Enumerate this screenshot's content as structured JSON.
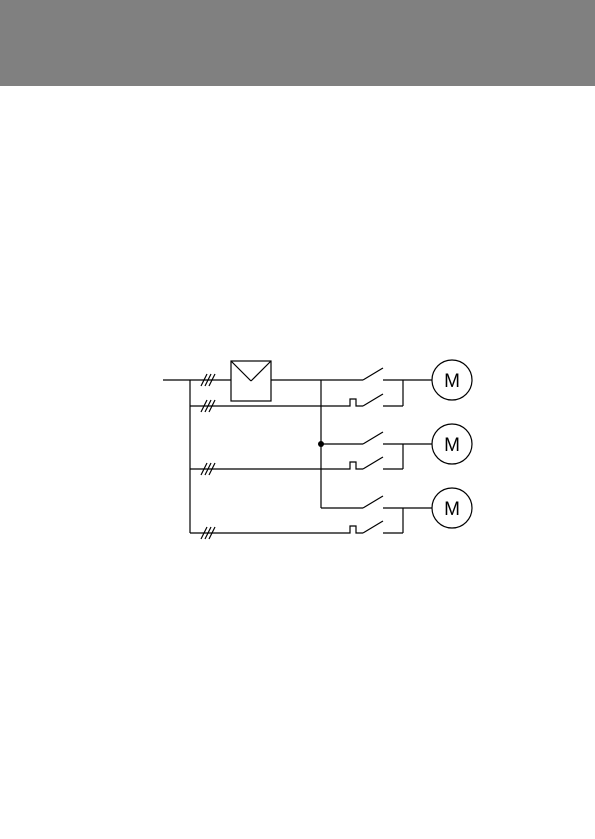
{
  "page": {
    "background": "#ffffff",
    "header_band_color": "#808080"
  },
  "diagram": {
    "line_color": "#000000",
    "motors": [
      {
        "label": "M"
      },
      {
        "label": "M"
      },
      {
        "label": "M"
      }
    ]
  }
}
